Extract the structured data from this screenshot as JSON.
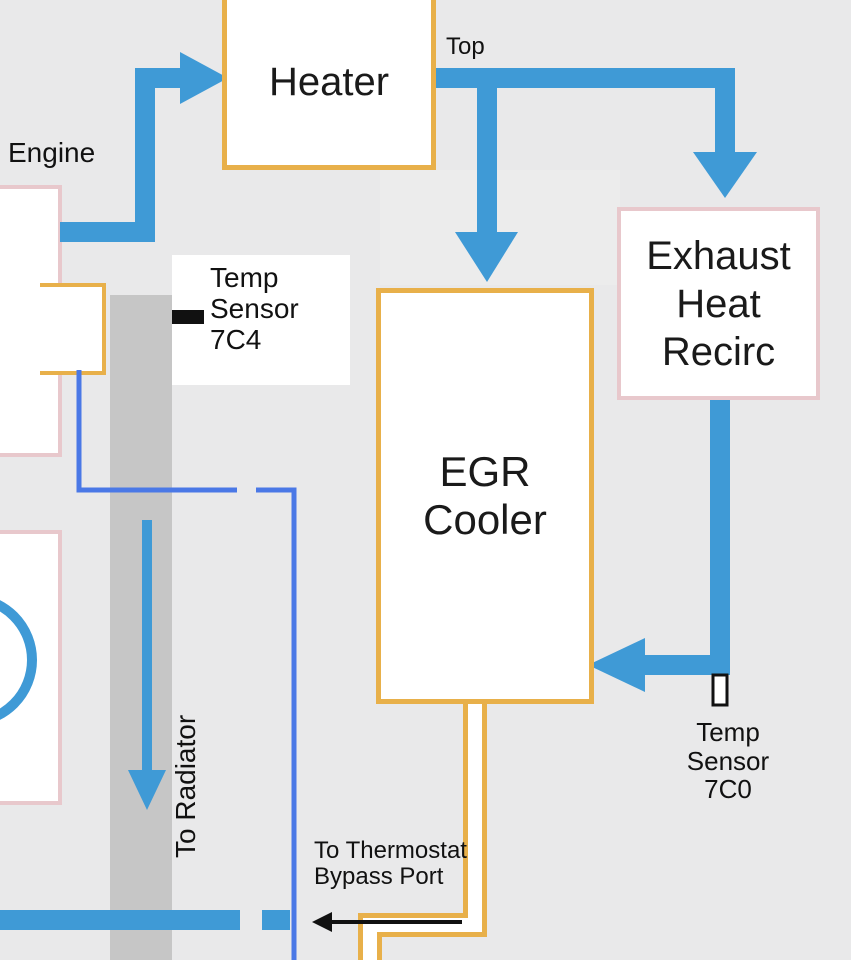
{
  "components": {
    "heater": "Heater",
    "egr_cooler_line1": "EGR",
    "egr_cooler_line2": "Cooler",
    "exhaust_line1": "Exhaust",
    "exhaust_line2": "Heat",
    "exhaust_line3": "Recirc"
  },
  "labels": {
    "engine": "Engine",
    "top": "Top",
    "temp_sensor_7c4": [
      "Temp",
      "Sensor",
      "7C4"
    ],
    "temp_sensor_7c0": [
      "Temp",
      "Sensor",
      "7C0"
    ],
    "to_radiator": "To Radiator",
    "to_thermostat": [
      "To Thermostat",
      "Bypass Port"
    ]
  },
  "colors": {
    "coolant_flow": "#3f9ad6",
    "return_line": "#4a78e6",
    "box_border_main": "#e8b04a",
    "box_border_secondary": "#e8c8cc",
    "radiator_channel": "#c4c4c4"
  }
}
